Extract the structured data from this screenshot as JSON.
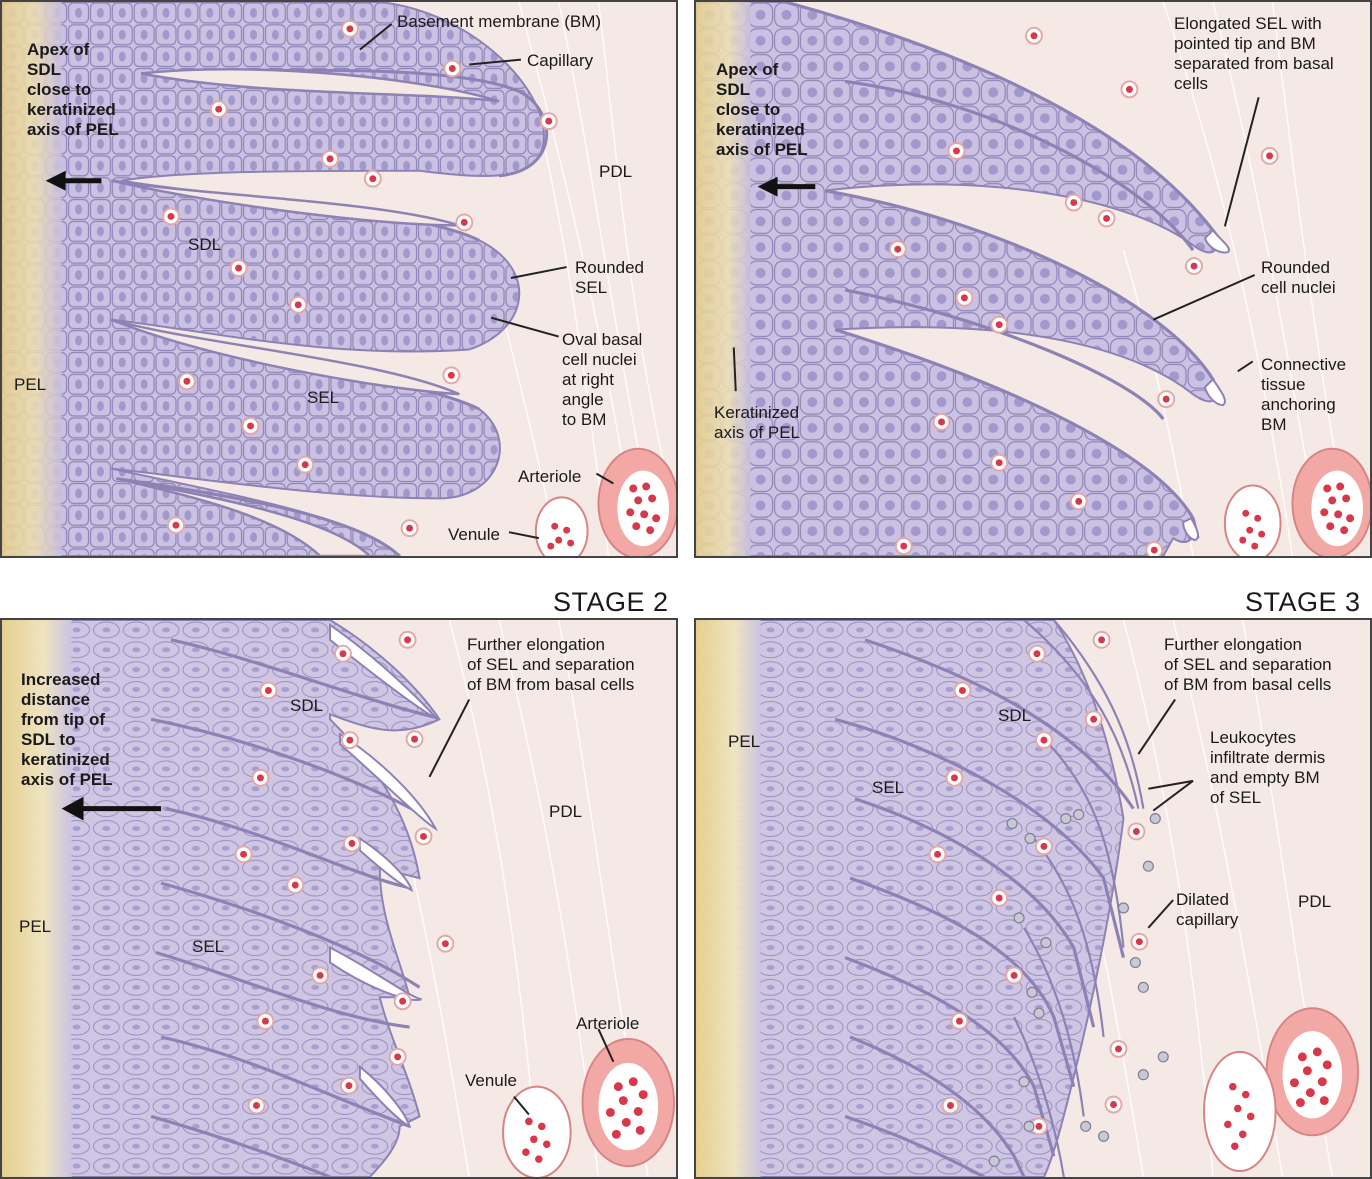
{
  "colors": {
    "tissue_bg": "#f5e9e6",
    "epidermis": "#c9bfe0",
    "cell_line": "#8c82b4",
    "nucleus": "#9d93c9",
    "keratin": "#e6cf8e",
    "blood": "#d8384a",
    "vessel_wall": "#f2a9a6"
  },
  "stages": {
    "stage2": "STAGE 2",
    "stage3": "STAGE 3"
  },
  "panel1": {
    "apex": "Apex of\nSDL\nclose to\nkeratinized\naxis of PEL",
    "bm": "Basement membrane (BM)",
    "capillary": "Capillary",
    "pdl": "PDL",
    "sdl": "SDL",
    "rounded_sel": "Rounded\nSEL",
    "oval_nuclei": "Oval basal\ncell nuclei\nat right\nangle\nto BM",
    "pel": "PEL",
    "sel": "SEL",
    "arteriole": "Arteriole",
    "venule": "Venule"
  },
  "panel2": {
    "apex": "Apex of\nSDL\nclose to\nkeratinized\naxis of PEL",
    "elongated": "Elongated SEL with\npointed tip and BM\nseparated from basal\ncells",
    "rounded_nuclei": "Rounded\ncell nuclei",
    "connective": "Connective\ntissue\nanchoring\nBM",
    "keratinized": "Keratinized\naxis of PEL"
  },
  "panel3": {
    "increased": "Increased\ndistance\nfrom tip of\nSDL to\nkeratinized\naxis of PEL",
    "further": "Further elongation\nof SEL and separation\nof BM from basal cells",
    "sdl": "SDL",
    "pdl": "PDL",
    "pel": "PEL",
    "sel": "SEL",
    "arteriole": "Arteriole",
    "venule": "Venule"
  },
  "panel4": {
    "further": "Further elongation\nof SEL and separation\nof BM from basal cells",
    "pel": "PEL",
    "sdl": "SDL",
    "sel": "SEL",
    "leukocytes": "Leukocytes\ninfiltrate dermis\nand empty BM\nof SEL",
    "dilated": "Dilated\ncapillary",
    "pdl": "PDL"
  }
}
